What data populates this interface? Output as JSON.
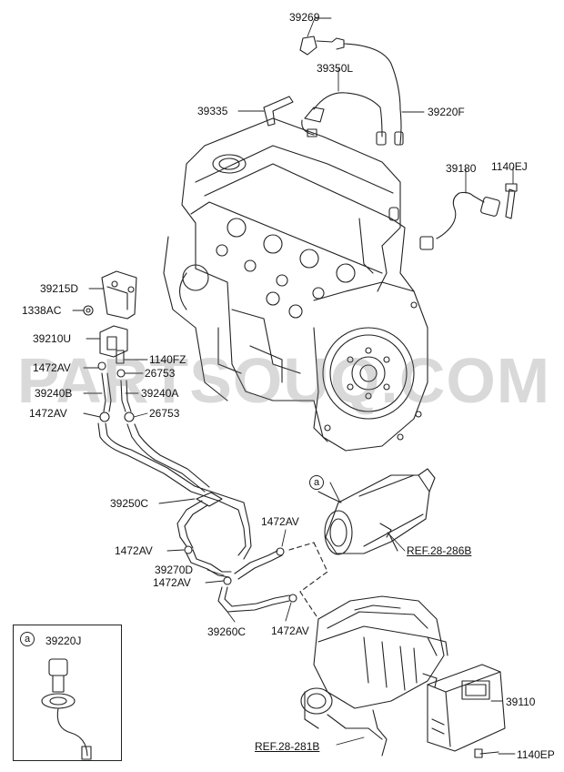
{
  "watermark": "PARTSOUQ.COM",
  "inset": {
    "marker": "a",
    "part": "39220J"
  },
  "engine_marker": "a",
  "labels": {
    "p39269": "39269",
    "p39350L": "39350L",
    "p39335": "39335",
    "p39220F": "39220F",
    "p39180": "39180",
    "p1140EJ": "1140EJ",
    "p39215D": "39215D",
    "p1338AC": "1338AC",
    "p39210U": "39210U",
    "p1140FZ": "1140FZ",
    "p1472AV_a": "1472AV",
    "p26753_a": "26753",
    "p39240B": "39240B",
    "p39240A": "39240A",
    "p1472AV_b": "1472AV",
    "p26753_b": "26753",
    "p39250C": "39250C",
    "p1472AV_c": "1472AV",
    "p1472AV_d": "1472AV",
    "p39270D": "39270D",
    "p1472AV_e": "1472AV",
    "p39260C": "39260C",
    "p1472AV_f": "1472AV",
    "p39110": "39110",
    "p1140EP": "1140EP"
  },
  "refs": {
    "ref_28_286B": "REF.28-286B",
    "ref_28_281B": "REF.28-281B"
  }
}
